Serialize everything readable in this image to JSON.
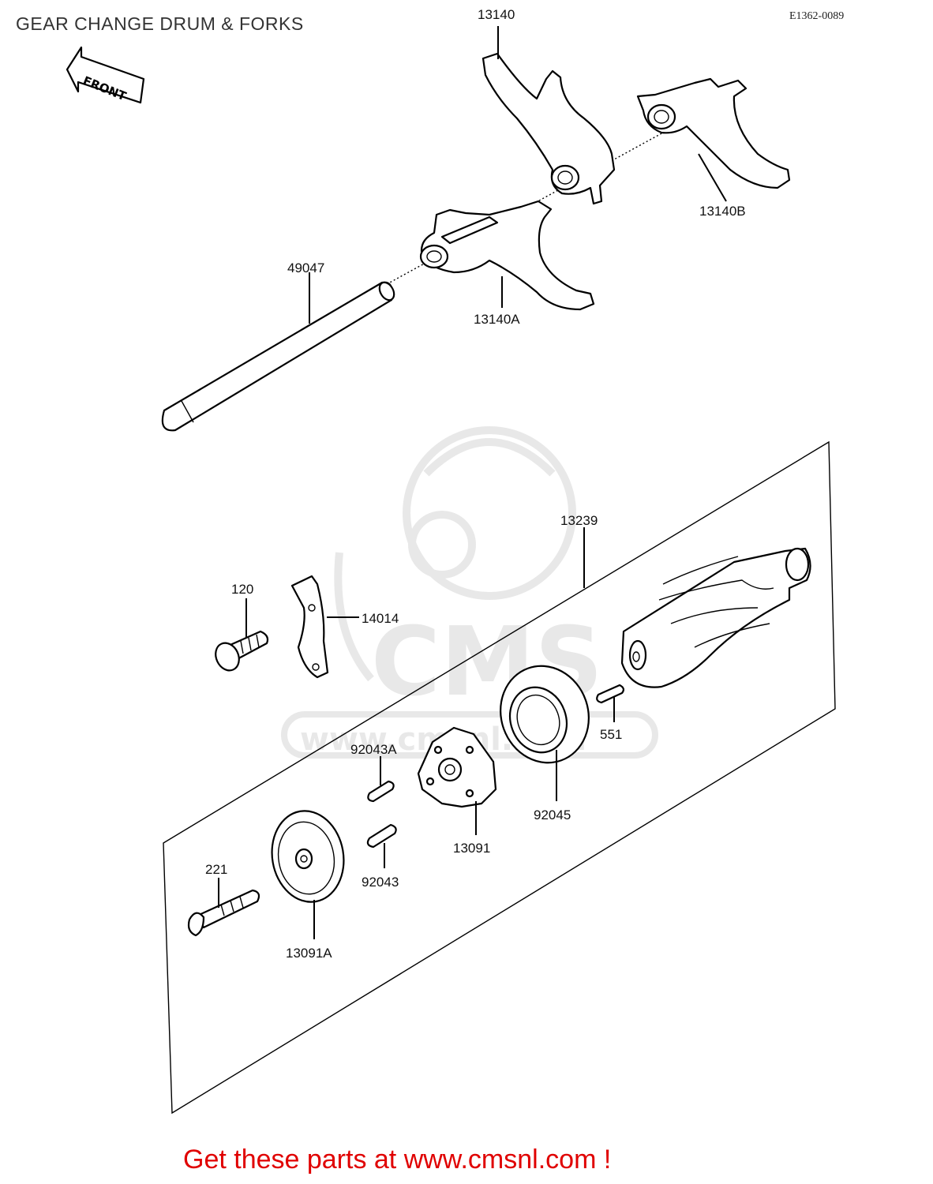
{
  "header": {
    "title": "GEAR CHANGE DRUM & FORKS",
    "drawing_code": "E1362-0089"
  },
  "front_arrow": {
    "label": "FRONT"
  },
  "watermark": {
    "brand": "CMS",
    "url": "www.cmsnl.com"
  },
  "parts": [
    {
      "ref": "13140"
    },
    {
      "ref": "13140B"
    },
    {
      "ref": "49047"
    },
    {
      "ref": "13140A"
    },
    {
      "ref": "13239"
    },
    {
      "ref": "120"
    },
    {
      "ref": "14014"
    },
    {
      "ref": "551"
    },
    {
      "ref": "92043A"
    },
    {
      "ref": "92045"
    },
    {
      "ref": "13091"
    },
    {
      "ref": "92043"
    },
    {
      "ref": "221"
    },
    {
      "ref": "13091A"
    }
  ],
  "footer": {
    "cta": "Get these parts at www.cmsnl.com !"
  }
}
